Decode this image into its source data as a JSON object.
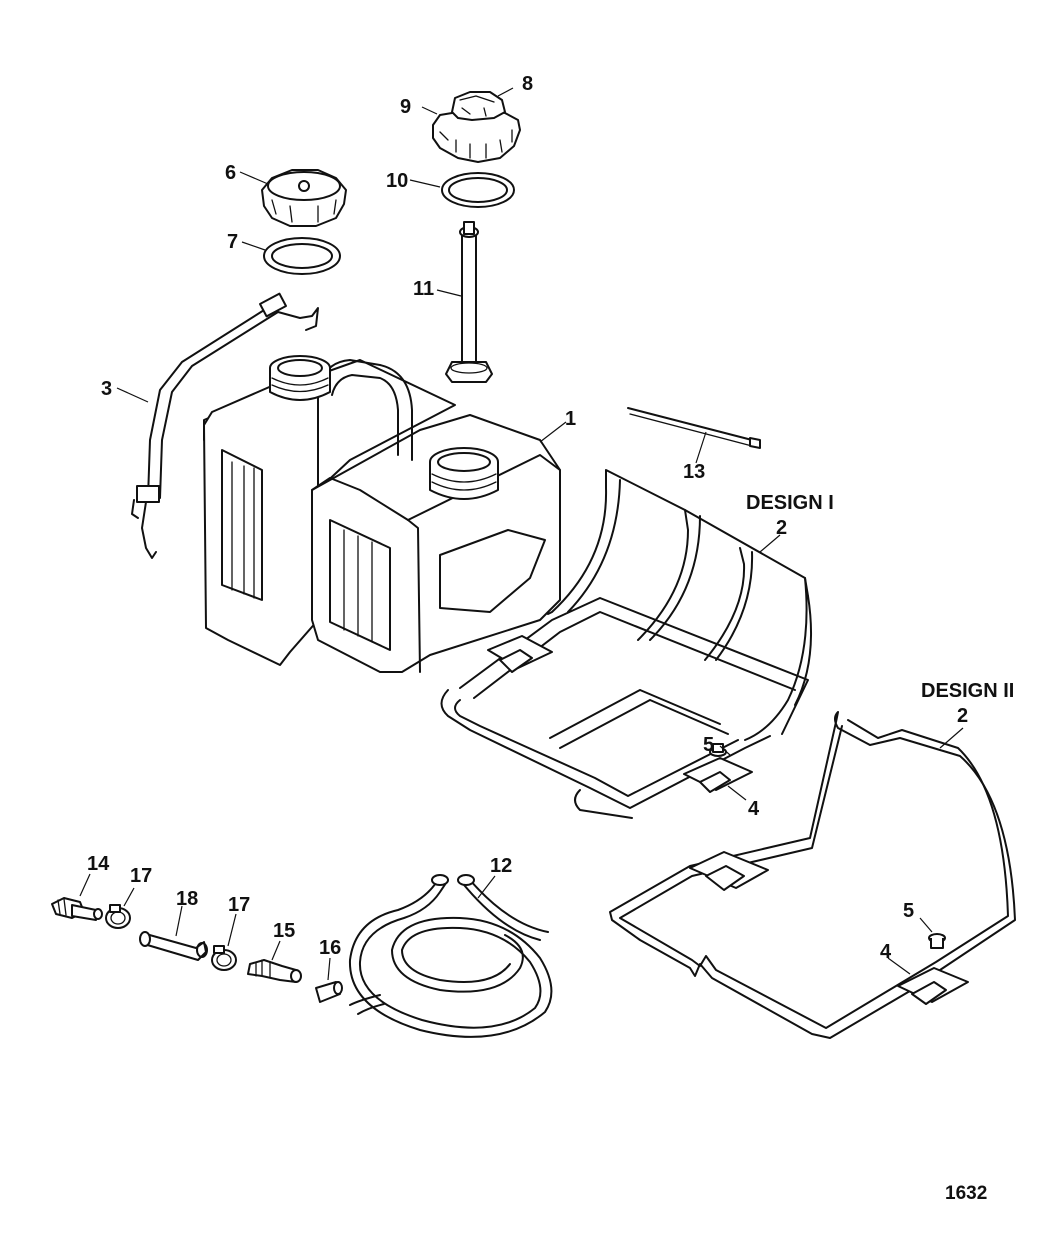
{
  "callouts": {
    "c1": "1",
    "c2a": "2",
    "c2b": "2",
    "c3": "3",
    "c4a": "4",
    "c4b": "4",
    "c5a": "5",
    "c5b": "5",
    "c6": "6",
    "c7": "7",
    "c8": "8",
    "c9": "9",
    "c10": "10",
    "c11": "11",
    "c12": "12",
    "c13": "13",
    "c14": "14",
    "c15": "15",
    "c16": "16",
    "c17a": "17",
    "c17b": "17",
    "c18": "18"
  },
  "design_labels": {
    "design1": "DESIGN I",
    "design2": "DESIGN II"
  },
  "figure_ref": "1632"
}
